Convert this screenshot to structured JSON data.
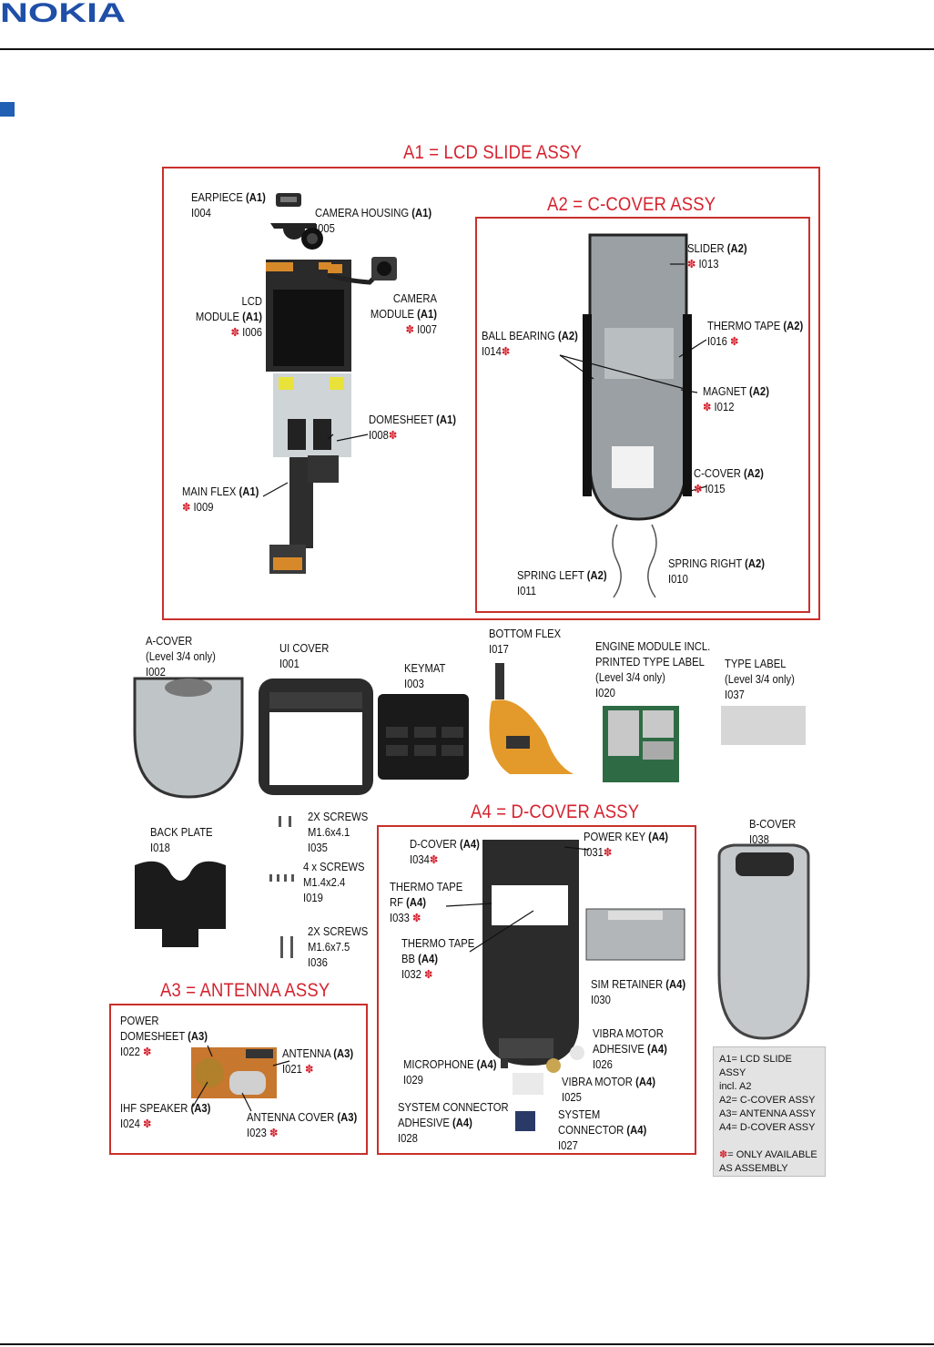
{
  "brand": "NOKIA",
  "headers": {
    "a1": "A1 = LCD SLIDE ASSY",
    "a2": "A2 = C-COVER ASSY",
    "a3": "A3 = ANTENNA ASSY",
    "a4": "A4 = D-COVER ASSY"
  },
  "parts": {
    "earpiece": "EARPIECE (A1)\nI004",
    "camera_housing": "CAMERA HOUSING (A1)\nI005",
    "lcd_module": "LCD\nMODULE (A1)\n✽ I006",
    "camera_module": "CAMERA\nMODULE (A1)\n✽ I007",
    "domesheet": "DOMESHEET  (A1)\nI008✽",
    "main_flex": "MAIN FLEX (A1)\n✽ I009",
    "slider": "SLIDER (A2)\n✽ I013",
    "thermo_tape_a2": "THERMO TAPE  (A2)\nI016 ✽",
    "ball_bearing": "BALL BEARING  (A2)\nI014✽",
    "magnet": "MAGNET (A2)\n✽ I012",
    "c_cover": "C-COVER (A2)\n✽ I015",
    "spring_right": "SPRING RIGHT (A2)\nI010",
    "spring_left": "SPRING LEFT (A2)\nI011",
    "a_cover": "A-COVER\n(Level 3/4 only)\nI002",
    "ui_cover": "UI COVER\n        I001",
    "keymat": "KEYMAT\nI003",
    "bottom_flex": "BOTTOM FLEX\nI017",
    "engine_module": "ENGINE MODULE INCL.\nPRINTED TYPE LABEL\n(Level 3/4 only)\nI020",
    "type_label": "TYPE LABEL\n(Level 3/4 only)\nI037",
    "back_plate": "BACK PLATE\nI018",
    "screws_i035": "2X SCREWS\nM1.6x4.1\nI035",
    "screws_i019": "4 x SCREWS\nM1.4x2.4\nI019",
    "screws_i036": "2X SCREWS\nM1.6x7.5\nI036",
    "b_cover": "B-COVER\nI038",
    "d_cover": "D-COVER (A4)\nI034✽",
    "power_key": "POWER KEY (A4)\nI031✽",
    "thermo_tape_rf": "THERMO TAPE\nRF (A4)\nI033 ✽",
    "thermo_tape_bb": "THERMO TAPE\nBB (A4)\nI032 ✽",
    "sim_retainer": "SIM RETAINER (A4)\nI030",
    "vibra_motor_adhesive": "VIBRA MOTOR\nADHESIVE (A4)\nI026",
    "microphone": "MICROPHONE (A4)\nI029",
    "vibra_motor": "VIBRA MOTOR (A4)\nI025",
    "system_connector_adhesive": "SYSTEM CONNECTOR\nADHESIVE (A4)\nI028",
    "system_connector": "SYSTEM\nCONNECTOR (A4)\nI027",
    "power_domesheet": "POWER\nDOMESHEET (A3)\nI022 ✽",
    "antenna": "ANTENNA (A3)\nI021 ✽",
    "ihf_speaker": "IHF SPEAKER (A3)\nI024 ✽",
    "antenna_cover": "ANTENNA COVER (A3)\nI023 ✽"
  },
  "legend": "A1= LCD SLIDE ASSY\n       incl. A2\nA2= C-COVER ASSY\nA3= ANTENNA ASSY\nA4= D-COVER ASSY\n\n✽= ONLY AVAILABLE\n      AS ASSEMBLY",
  "colors": {
    "accent_red": "#d5232f",
    "nokia_blue": "#1f4fa8",
    "section_blue": "#1f5fb4"
  }
}
